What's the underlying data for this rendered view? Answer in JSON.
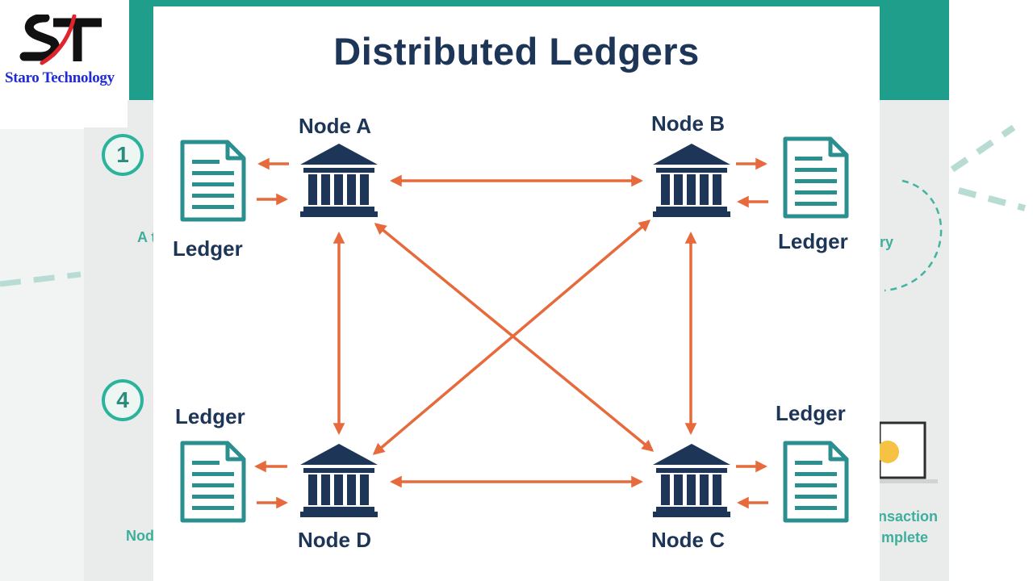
{
  "logo": {
    "text": "Staro Technology",
    "mark": "ST"
  },
  "background": {
    "steps": [
      "1",
      "4"
    ],
    "ghost_texts": [
      "A t",
      "ry",
      "Node",
      "nsaction",
      "mplete"
    ]
  },
  "diagram": {
    "title": "Distributed Ledgers",
    "nodes": [
      {
        "id": "A",
        "label": "Node A",
        "ledger_label": "Ledger"
      },
      {
        "id": "B",
        "label": "Node B",
        "ledger_label": "Ledger"
      },
      {
        "id": "C",
        "label": "Node C",
        "ledger_label": "Ledger"
      },
      {
        "id": "D",
        "label": "Node D",
        "ledger_label": "Ledger"
      }
    ],
    "connections": [
      [
        "A",
        "B"
      ],
      [
        "A",
        "D"
      ],
      [
        "A",
        "C"
      ],
      [
        "B",
        "D"
      ],
      [
        "B",
        "C"
      ],
      [
        "D",
        "C"
      ]
    ]
  },
  "colors": {
    "navy": "#1d3557",
    "teal": "#2c8f8f",
    "arrow": "#e66a3c",
    "brand_teal": "#1f9e8c",
    "logo_blue": "#1f2bd6",
    "logo_red": "#e0242b"
  },
  "icons": [
    "bank-building-icon",
    "document-icon",
    "arrow-icon"
  ]
}
